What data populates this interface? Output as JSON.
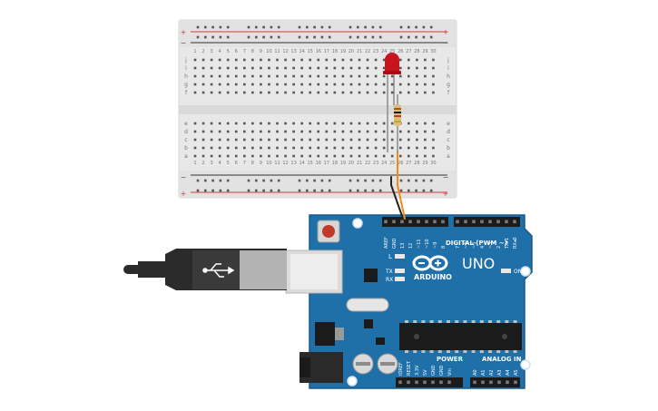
{
  "breadboard": {
    "columns": [
      "1",
      "2",
      "3",
      "4",
      "5",
      "6",
      "7",
      "8",
      "9",
      "10",
      "11",
      "12",
      "13",
      "14",
      "15",
      "16",
      "17",
      "18",
      "19",
      "20",
      "21",
      "22",
      "23",
      "24",
      "25",
      "26",
      "27",
      "28",
      "29",
      "30"
    ],
    "rows_top": [
      "j",
      "i",
      "h",
      "g",
      "f"
    ],
    "rows_bottom": [
      "e",
      "d",
      "c",
      "b",
      "a"
    ],
    "rail_plus": "+",
    "rail_minus": "−"
  },
  "board": {
    "brand": "ARDUINO",
    "model": "UNO",
    "on_label": "ON",
    "l_label": "L",
    "tx_label": "TX",
    "rx_label": "RX",
    "digital_label": "DIGITAL (PWM ~)",
    "power_label": "POWER",
    "analog_label": "ANALOG IN",
    "digital_pins": [
      "AREF",
      "GND",
      "13",
      "12",
      "~11",
      "~10",
      "~9",
      "8",
      "7",
      "~6",
      "~5",
      "4",
      "~3",
      "2",
      "TX▸1",
      "RX◂0"
    ],
    "power_pins": [
      "IOREF",
      "RESET",
      "3.3V",
      "5V",
      "GND",
      "GND",
      "Vin"
    ],
    "analog_pins": [
      "A0",
      "A1",
      "A2",
      "A3",
      "A4",
      "A5"
    ]
  },
  "colors": {
    "board": "#1f6fa8",
    "board_edge": "#185a8c",
    "breadboard": "#e8e8e8",
    "rail_red": "#d23c3c",
    "rail_black": "#333333",
    "led": "#c8141e",
    "wire_gnd": "#222222",
    "wire_signal": "#f08a1c",
    "usb": "#2b2b2b"
  },
  "icons": {
    "usb_logo": "usb-icon",
    "arduino_logo": "arduino-infinity-icon"
  }
}
